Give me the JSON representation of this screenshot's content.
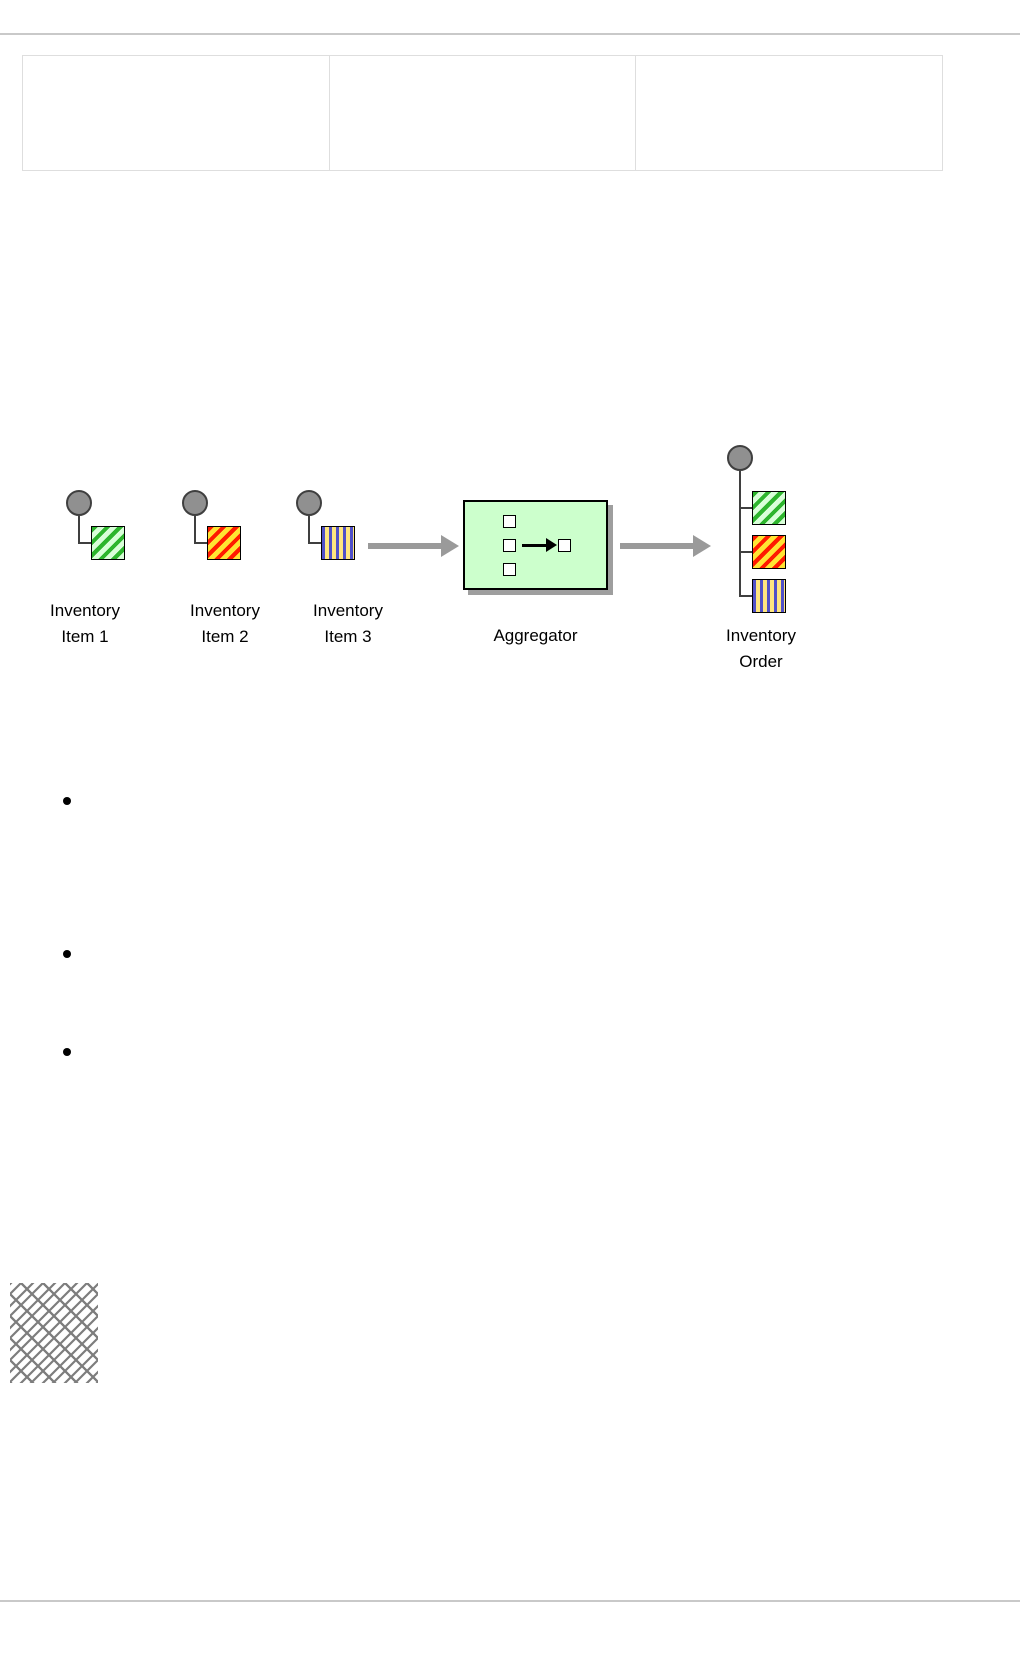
{
  "nav_table": {
    "cells": [
      "",
      "",
      ""
    ]
  },
  "diagram": {
    "inputs": [
      {
        "label": "Inventory Item 1",
        "pattern": "green-diagonal-stripes"
      },
      {
        "label": "Inventory Item 2",
        "pattern": "red-yellow-diagonal-stripes"
      },
      {
        "label": "Inventory Item 3",
        "pattern": "blue-vertical-stripes"
      }
    ],
    "aggregator": {
      "label": "Aggregator"
    },
    "output": {
      "label": "Inventory Order",
      "patterns": [
        "green-diagonal-stripes",
        "red-yellow-diagonal-stripes",
        "blue-vertical-stripes"
      ]
    }
  },
  "bullet_list": {
    "item_count": 3
  },
  "colors": {
    "aggregator_fill": "#ccffcc",
    "arrow": "#9a9a9a",
    "message_circle": "#909090",
    "green_stripe": "#2db52d",
    "green_bg": "#d9ffd9",
    "red_stripe": "#ff1a00",
    "yellow_bg": "#ffe433",
    "blue_stripe": "#5050c8",
    "blue_bg": "#ffe680",
    "rule": "#c9c9c9",
    "table_border": "#dedede",
    "lattice": "#7d7d7d"
  }
}
